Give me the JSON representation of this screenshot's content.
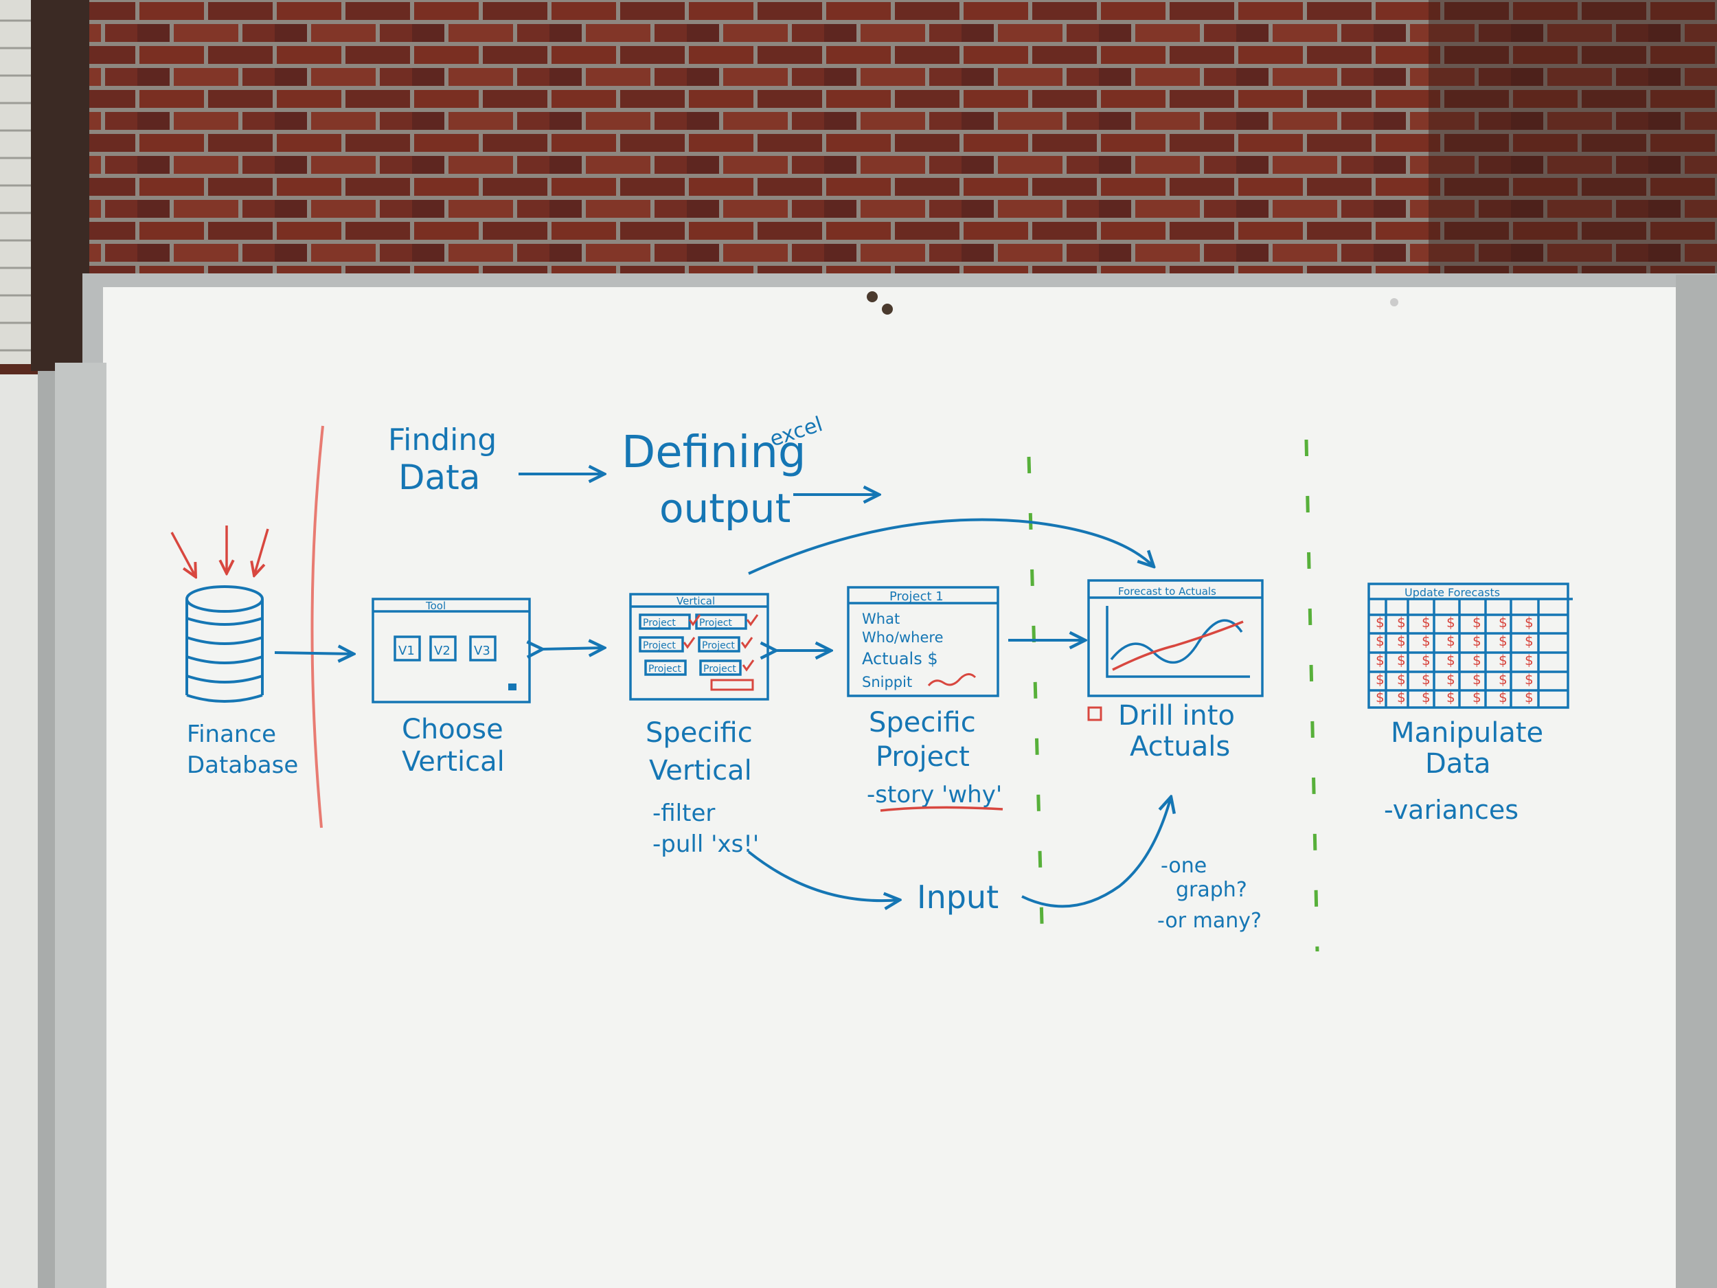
{
  "photo": {
    "subject": "whiteboard-sketch"
  },
  "colors": {
    "marker_blue": "#1576b4",
    "marker_red": "#d8473f",
    "marker_green": "#57b03a",
    "board": "#f1f2ef",
    "brick": "#6b2b20",
    "frame": "#b9bcbc"
  },
  "header": {
    "finding": "Finding",
    "data": "Data",
    "defining": "Defining",
    "excel_note": "excel",
    "output": "output"
  },
  "nodes": {
    "finance": {
      "line1": "Finance",
      "line2": "Database"
    },
    "choose": {
      "screen_title": "Tool",
      "buttons": [
        "V1",
        "V2",
        "V3"
      ],
      "line1": "Choose",
      "line2": "Vertical"
    },
    "vertical": {
      "screen_title": "Vertical",
      "rows": [
        [
          "Project",
          "Project"
        ],
        [
          "Project",
          "Project"
        ],
        [
          "Project",
          "Project"
        ]
      ],
      "line1": "Specific",
      "line2": "Vertical",
      "note1": "-filter",
      "note2": "-pull 'xs!'"
    },
    "project": {
      "screen_title": "Project 1",
      "lines": [
        "What",
        "Who/where",
        "Actuals $",
        "Snippit"
      ],
      "line1": "Specific",
      "line2": "Project",
      "note": "-story 'why'"
    },
    "drill": {
      "screen_title": "Forecast to Actuals",
      "line1": "Drill into",
      "line2": "Actuals",
      "note1": "-one",
      "note2": "graph?",
      "note3": "-or many?"
    },
    "input": {
      "label": "Input"
    },
    "manipulate": {
      "screen_title": "Update Forecasts",
      "cell_symbol": "$",
      "line1": "Manipulate",
      "line2": "Data",
      "note": "-variances"
    }
  }
}
